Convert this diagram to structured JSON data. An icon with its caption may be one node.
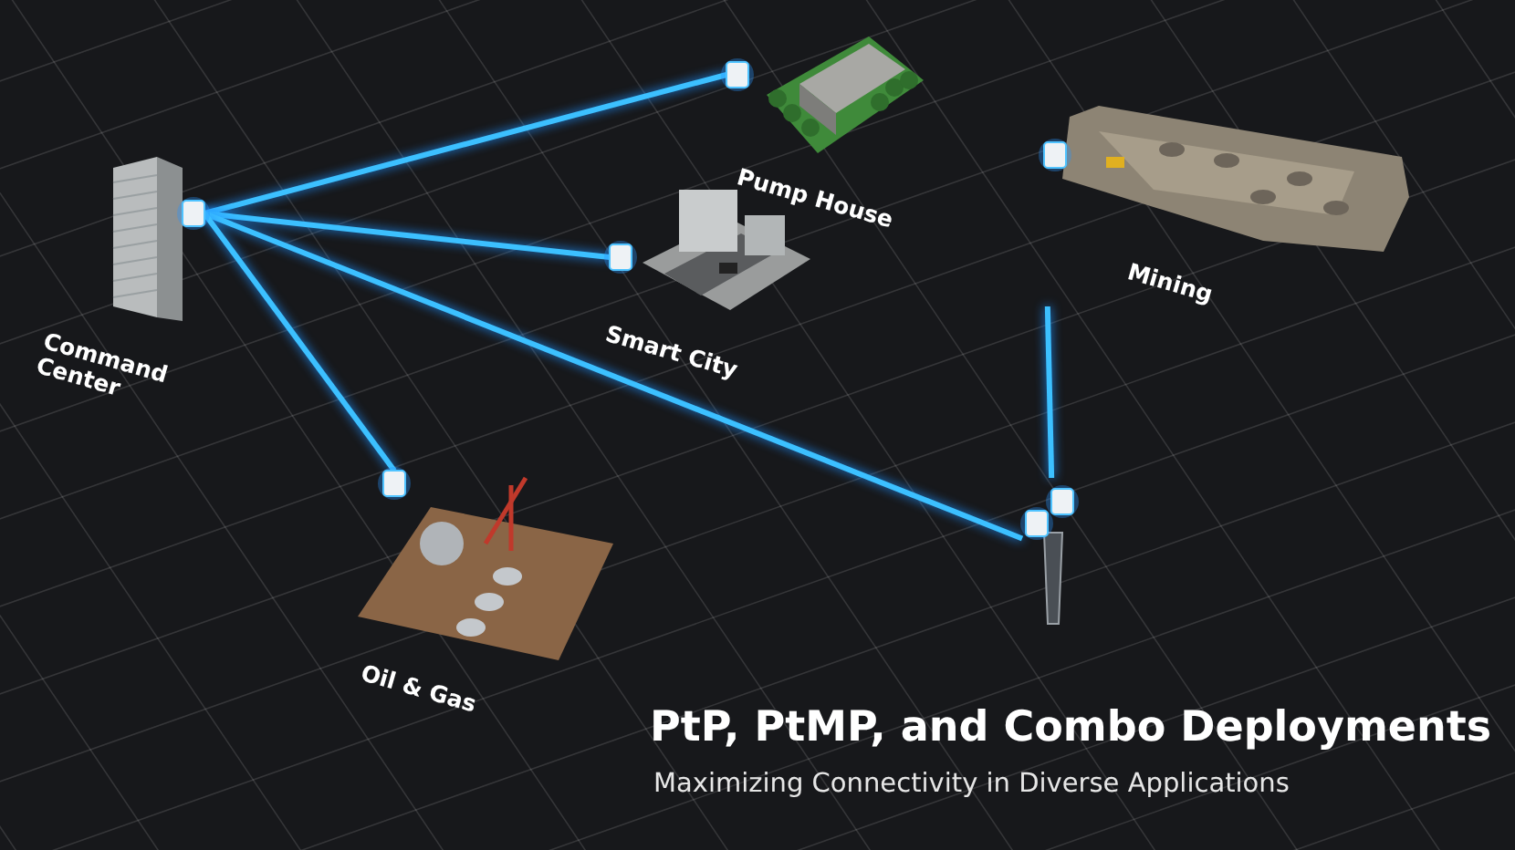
{
  "diagram": {
    "title": "PtP, PtMP, and Combo Deployments",
    "caption": "Maximizing Connectivity in Diverse Applications",
    "nodes": [
      {
        "text": [
          "Command Center"
        ]
      },
      {
        "text": [
          "Pump House"
        ]
      },
      {
        "text": [
          "Smart City"
        ]
      },
      {
        "text": [
          "Mining"
        ]
      },
      {
        "text": [],
        "shape": "picture"
      },
      {
        "text": [
          "Oil & Gas"
        ]
      }
    ],
    "edges": [
      {
        "from": 0,
        "to": 1,
        "arrow": "none"
      },
      {
        "from": 0,
        "to": 2,
        "arrow": "none"
      },
      {
        "from": 0,
        "to": 4,
        "arrow": "none"
      },
      {
        "from": 0,
        "to": 5,
        "arrow": "none"
      },
      {
        "from": 3,
        "to": 4,
        "arrow": "none"
      }
    ]
  }
}
